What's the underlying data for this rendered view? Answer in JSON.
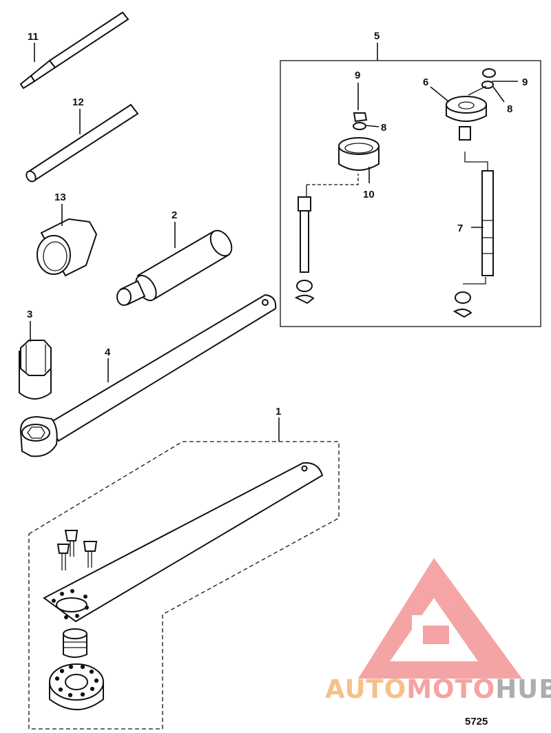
{
  "diagram": {
    "figure_number": "5725",
    "callouts": {
      "p1": "1",
      "p2": "2",
      "p3": "3",
      "p4": "4",
      "p5": "5",
      "p6": "6",
      "p7": "7",
      "p8a": "8",
      "p8b": "8",
      "p9a": "9",
      "p9b": "9",
      "p10": "10",
      "p11": "11",
      "p12": "12",
      "p13": "13"
    }
  },
  "watermark": {
    "part1": "AUTO",
    "part2": "MOTO",
    "part3": "HUB",
    "colors": {
      "auto": "#f6c089",
      "moto": "#f5a3a3",
      "hub": "#adadad",
      "logo": "#f4a0a0"
    }
  }
}
